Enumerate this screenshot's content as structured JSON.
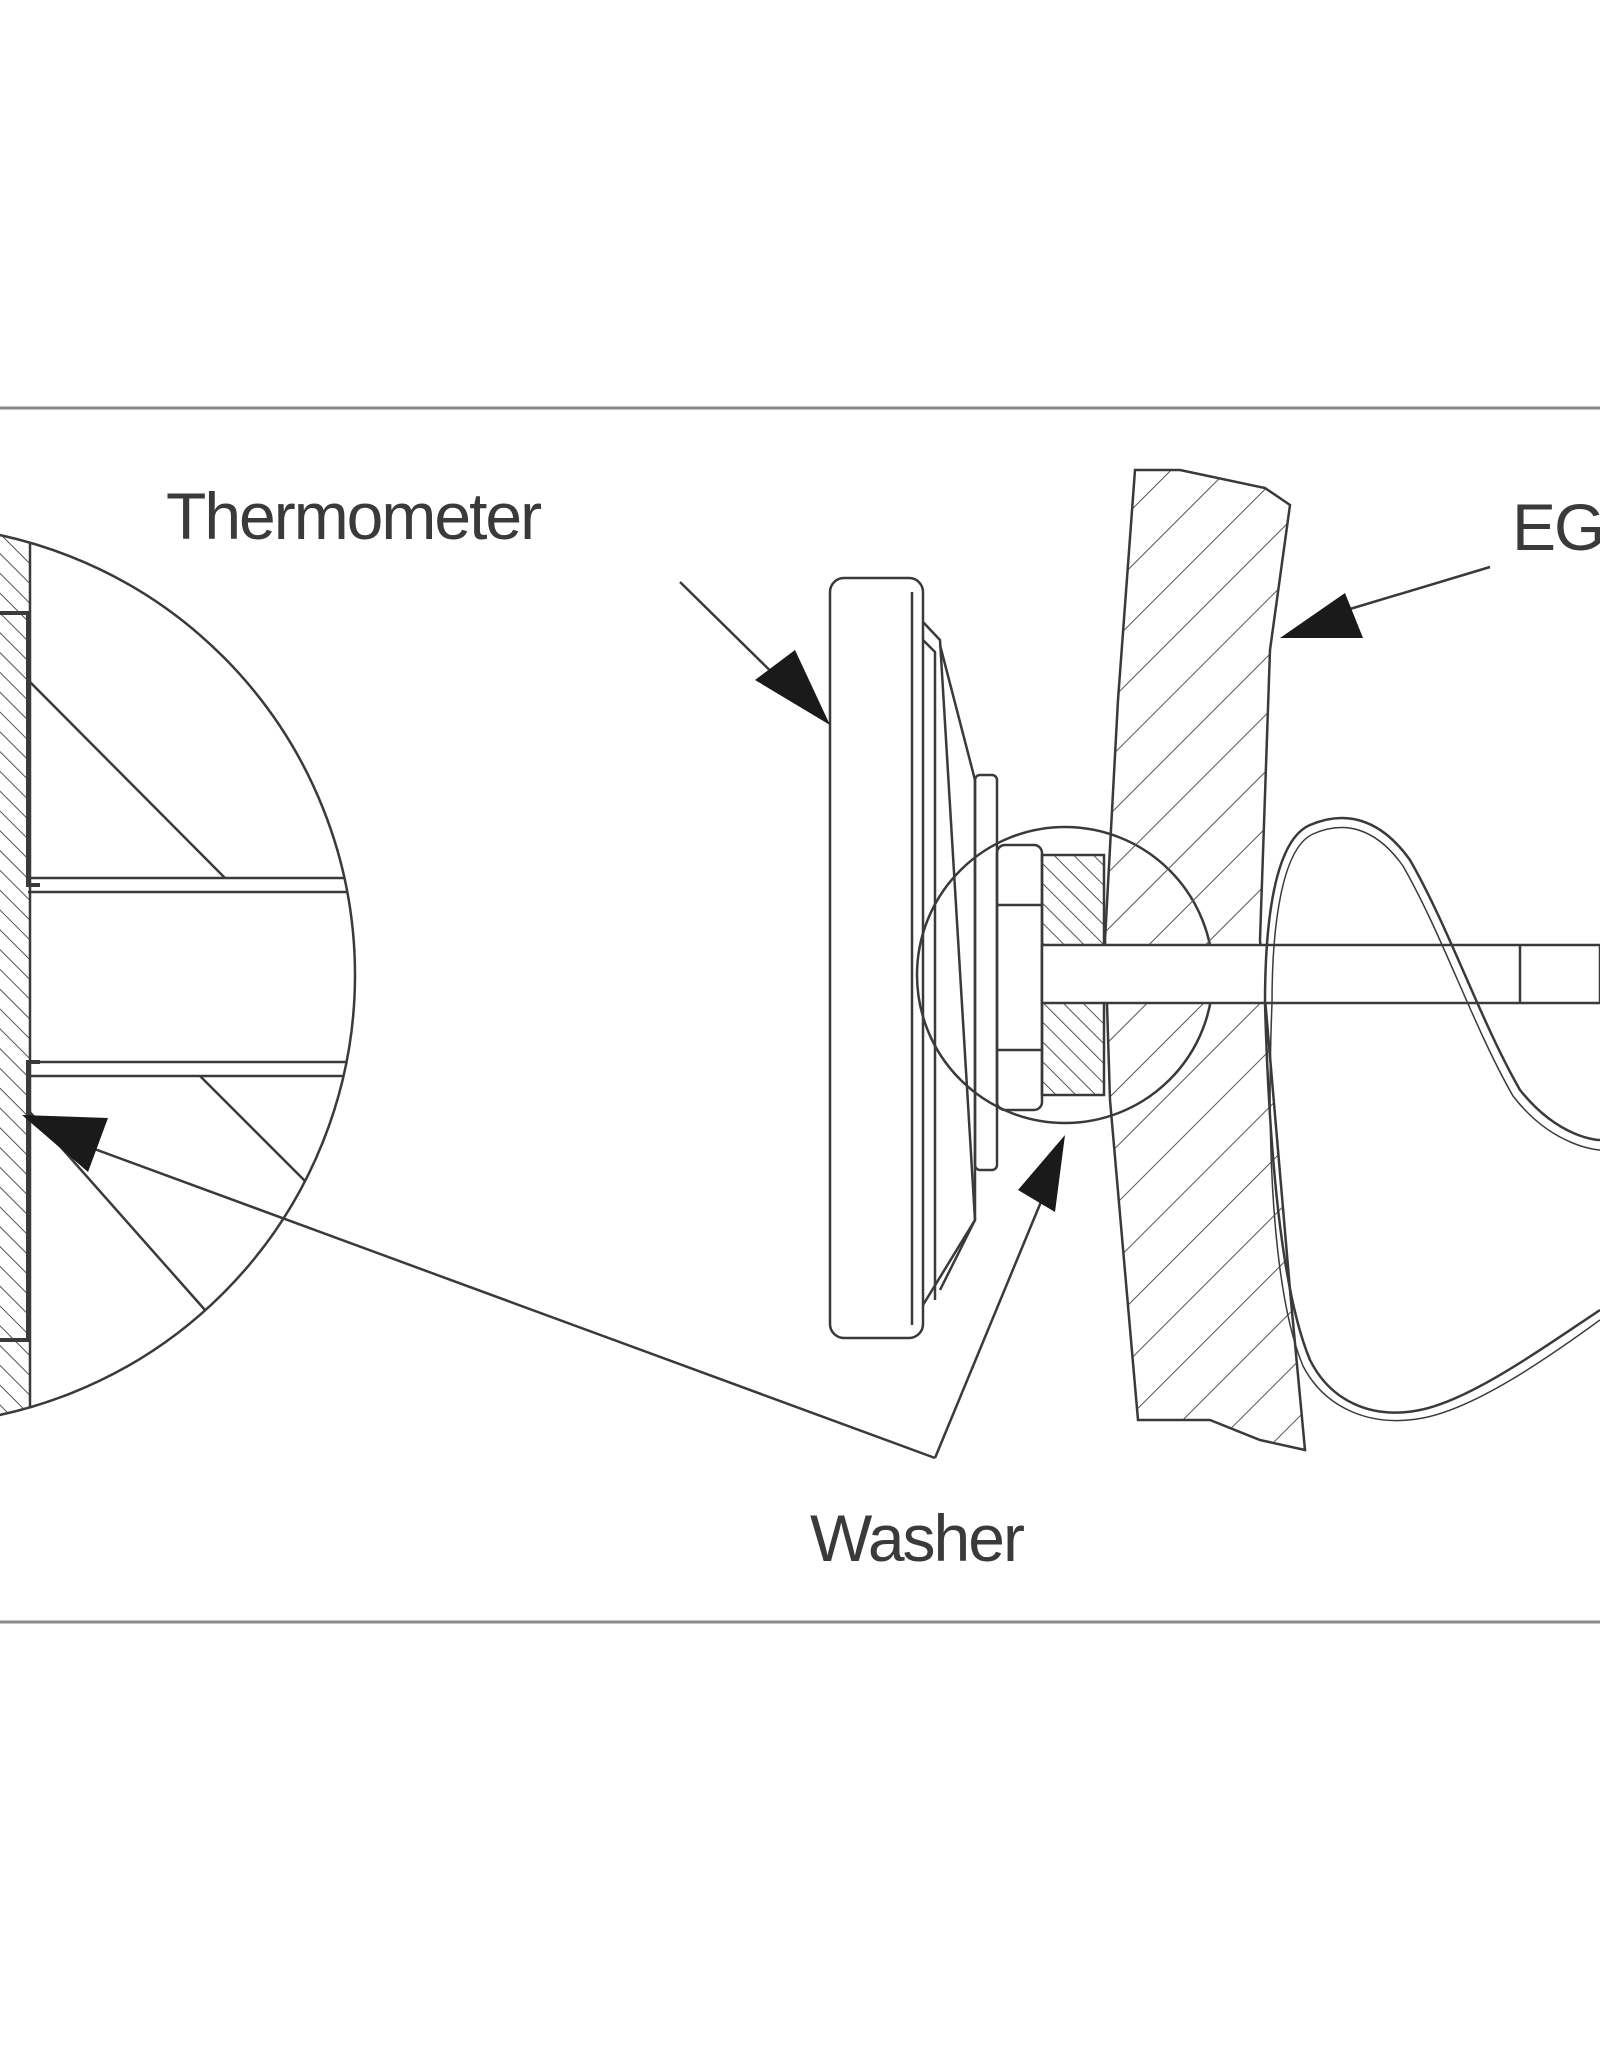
{
  "labels": {
    "thermometer": "Thermometer",
    "washer": "Washer",
    "egg_partial": "EG"
  },
  "colors": {
    "line": "#3a3a3a",
    "frame": "#8a8a8a",
    "background": "#ffffff"
  }
}
